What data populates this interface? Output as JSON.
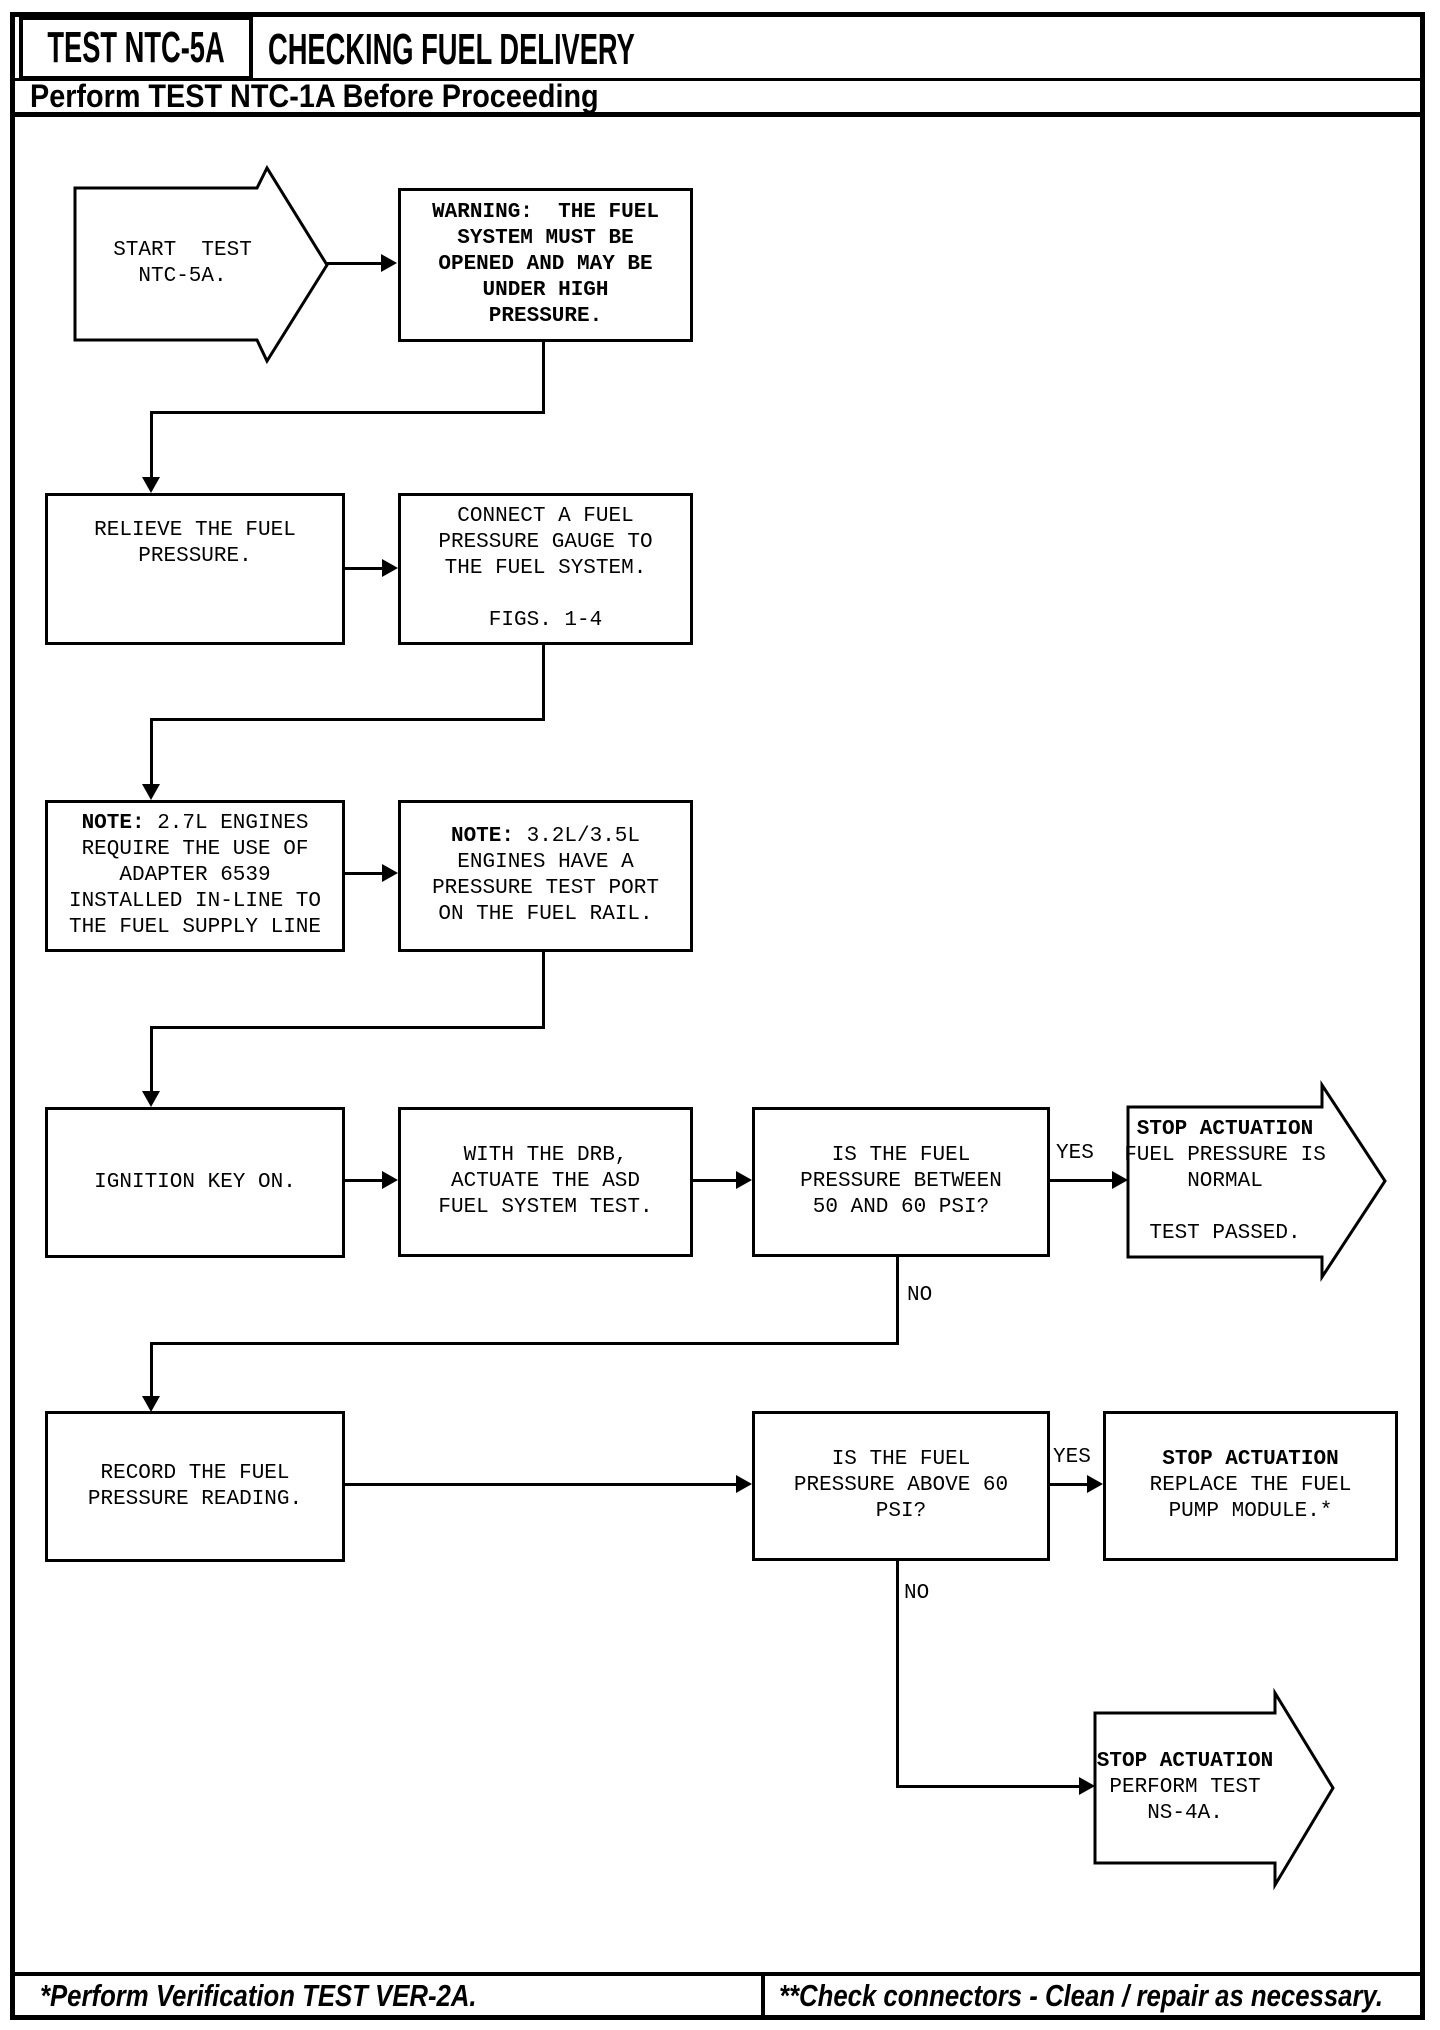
{
  "header": {
    "test_id": "TEST NTC-5A",
    "title": "CHECKING FUEL DELIVERY",
    "subtitle": "Perform TEST NTC-1A Before Proceeding"
  },
  "colors": {
    "ink": "#000000",
    "paper": "#ffffff"
  },
  "flow": {
    "start": {
      "lines": [
        "START  TEST",
        "NTC-5A."
      ]
    },
    "warning": {
      "lines": [
        "WARNING:  THE FUEL",
        "SYSTEM MUST BE",
        "OPENED AND MAY BE",
        "UNDER HIGH",
        "PRESSURE."
      ]
    },
    "relieve": {
      "lines": [
        "RELIEVE THE FUEL",
        "PRESSURE."
      ]
    },
    "connect": {
      "lines": [
        "CONNECT A FUEL",
        "PRESSURE GAUGE TO",
        "THE FUEL SYSTEM.",
        "",
        "FIGS. 1-4"
      ]
    },
    "note_27l": {
      "bold": "NOTE:",
      "first_rest": " 2.7L ENGINES",
      "lines": [
        "REQUIRE THE USE OF",
        "ADAPTER 6539",
        "INSTALLED IN-LINE TO",
        "THE FUEL SUPPLY LINE"
      ]
    },
    "note_32l": {
      "bold": "NOTE:",
      "first_rest": " 3.2L/3.5L",
      "lines": [
        "ENGINES HAVE A",
        "PRESSURE TEST PORT",
        "ON THE FUEL RAIL."
      ]
    },
    "ignition": {
      "lines": [
        "IGNITION KEY ON."
      ]
    },
    "drb": {
      "lines": [
        "WITH THE DRB,",
        "ACTUATE THE ASD",
        "FUEL SYSTEM TEST."
      ]
    },
    "q_between": {
      "lines": [
        "IS THE FUEL",
        "PRESSURE BETWEEN",
        "50 AND 60 PSI?"
      ]
    },
    "pass": {
      "bold": "STOP ACTUATION",
      "lines": [
        "FUEL PRESSURE IS",
        "NORMAL",
        "",
        "TEST PASSED."
      ]
    },
    "record": {
      "lines": [
        "RECORD THE FUEL",
        "PRESSURE READING."
      ]
    },
    "q_above": {
      "lines": [
        "IS THE FUEL",
        "PRESSURE ABOVE 60",
        "PSI?"
      ]
    },
    "replace": {
      "bold": "STOP ACTUATION",
      "lines": [
        "REPLACE THE FUEL",
        "PUMP MODULE.*"
      ]
    },
    "ns4a": {
      "bold": "STOP ACTUATION",
      "lines": [
        "PERFORM TEST",
        "NS-4A."
      ]
    },
    "labels": {
      "yes1": "YES",
      "no1": "NO",
      "yes2": "YES",
      "no2": "NO"
    }
  },
  "footer": {
    "left": "*Perform Verification TEST VER-2A.",
    "right": "**Check connectors - Clean / repair as necessary."
  }
}
